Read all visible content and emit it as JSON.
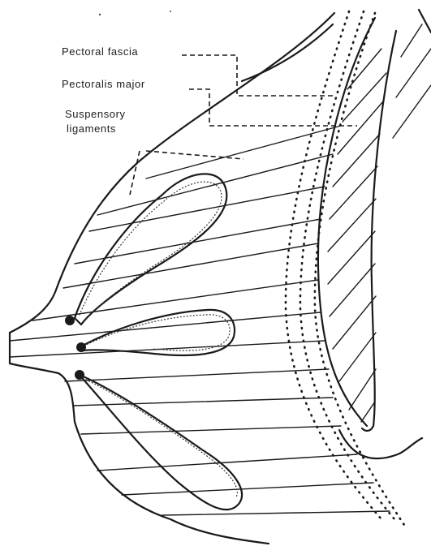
{
  "labels": {
    "pectoral_fascia": "Pectoral fascia",
    "pectoralis_major": "Pectoralis major",
    "suspensory_line1": "Suspensory",
    "suspensory_line2": "ligaments"
  },
  "colors": {
    "ink": "#1a1a1a",
    "background": "#ffffff"
  }
}
